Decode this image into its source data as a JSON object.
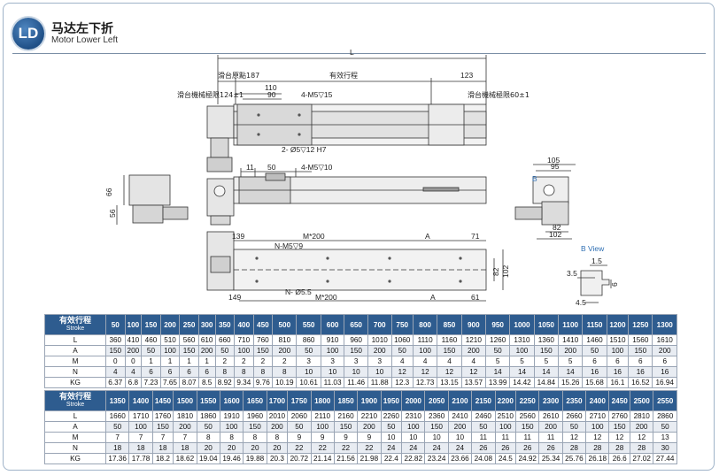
{
  "header": {
    "badge": "LD",
    "title_cn": "马达左下折",
    "title_en": "Motor Lower Left"
  },
  "drawing": {
    "labels": {
      "L": "L",
      "origin": "滑台原點187",
      "stroke": "有效行程",
      "d123": "123",
      "d110": "110",
      "d90": "90",
      "limit_left": "滑台機械極限124±1",
      "m5_15": "4-M5▽15",
      "limit_right": "滑台機械極限60±1",
      "pin": "2- Ø5▽12 H7",
      "d11": "11",
      "d50": "50",
      "m5_10": "4-M5▽10",
      "d66": "66",
      "d56": "56",
      "d105": "105",
      "d95": "95",
      "b_mark": "B",
      "d82r": "82",
      "d102r": "102",
      "d139": "139",
      "m200_top": "M*200",
      "A_top": "A",
      "d71": "71",
      "nm5": "N-M5▽9",
      "d82v": "82",
      "d102v": "102",
      "d149": "149",
      "n55": "N- Ø5.5",
      "m200_bot": "M*200",
      "A_bot": "A",
      "d61": "61",
      "bview_title": "B View",
      "d15": "1.5",
      "d35": "3.5",
      "d6": "6",
      "d45": "4.5"
    }
  },
  "table1": {
    "head_cn": "有效行程",
    "head_en": "Stroke",
    "strokes": [
      "50",
      "100",
      "150",
      "200",
      "250",
      "300",
      "350",
      "400",
      "450",
      "500",
      "550",
      "600",
      "650",
      "700",
      "750",
      "800",
      "850",
      "900",
      "950",
      "1000",
      "1050",
      "1100",
      "1150",
      "1200",
      "1250",
      "1300"
    ],
    "rows": [
      {
        "label": "L",
        "values": [
          "360",
          "410",
          "460",
          "510",
          "560",
          "610",
          "660",
          "710",
          "760",
          "810",
          "860",
          "910",
          "960",
          "1010",
          "1060",
          "1110",
          "1160",
          "1210",
          "1260",
          "1310",
          "1360",
          "1410",
          "1460",
          "1510",
          "1560",
          "1610"
        ]
      },
      {
        "label": "A",
        "values": [
          "150",
          "200",
          "50",
          "100",
          "150",
          "200",
          "50",
          "100",
          "150",
          "200",
          "50",
          "100",
          "150",
          "200",
          "50",
          "100",
          "150",
          "200",
          "50",
          "100",
          "150",
          "200",
          "50",
          "100",
          "150",
          "200"
        ]
      },
      {
        "label": "M",
        "values": [
          "0",
          "0",
          "1",
          "1",
          "1",
          "1",
          "2",
          "2",
          "2",
          "2",
          "3",
          "3",
          "3",
          "3",
          "4",
          "4",
          "4",
          "4",
          "5",
          "5",
          "5",
          "5",
          "6",
          "6",
          "6",
          "6"
        ]
      },
      {
        "label": "N",
        "values": [
          "4",
          "4",
          "6",
          "6",
          "6",
          "6",
          "8",
          "8",
          "8",
          "8",
          "10",
          "10",
          "10",
          "10",
          "12",
          "12",
          "12",
          "12",
          "14",
          "14",
          "14",
          "14",
          "16",
          "16",
          "16",
          "16"
        ]
      },
      {
        "label": "KG",
        "values": [
          "6.37",
          "6.8",
          "7.23",
          "7.65",
          "8.07",
          "8.5",
          "8.92",
          "9.34",
          "9.76",
          "10.19",
          "10.61",
          "11.03",
          "11.46",
          "11.88",
          "12.3",
          "12.73",
          "13.15",
          "13.57",
          "13.99",
          "14.42",
          "14.84",
          "15.26",
          "15.68",
          "16.1",
          "16.52",
          "16.94"
        ]
      }
    ]
  },
  "table2": {
    "head_cn": "有效行程",
    "head_en": "Stroke",
    "strokes": [
      "1350",
      "1400",
      "1450",
      "1500",
      "1550",
      "1600",
      "1650",
      "1700",
      "1750",
      "1800",
      "1850",
      "1900",
      "1950",
      "2000",
      "2050",
      "2100",
      "2150",
      "2200",
      "2250",
      "2300",
      "2350",
      "2400",
      "2450",
      "2500",
      "2550"
    ],
    "rows": [
      {
        "label": "L",
        "values": [
          "1660",
          "1710",
          "1760",
          "1810",
          "1860",
          "1910",
          "1960",
          "2010",
          "2060",
          "2110",
          "2160",
          "2210",
          "2260",
          "2310",
          "2360",
          "2410",
          "2460",
          "2510",
          "2560",
          "2610",
          "2660",
          "2710",
          "2760",
          "2810",
          "2860"
        ]
      },
      {
        "label": "A",
        "values": [
          "50",
          "100",
          "150",
          "200",
          "50",
          "100",
          "150",
          "200",
          "50",
          "100",
          "150",
          "200",
          "50",
          "100",
          "150",
          "200",
          "50",
          "100",
          "150",
          "200",
          "50",
          "100",
          "150",
          "200",
          "50"
        ]
      },
      {
        "label": "M",
        "values": [
          "7",
          "7",
          "7",
          "7",
          "8",
          "8",
          "8",
          "8",
          "9",
          "9",
          "9",
          "9",
          "10",
          "10",
          "10",
          "10",
          "11",
          "11",
          "11",
          "11",
          "12",
          "12",
          "12",
          "12",
          "13"
        ]
      },
      {
        "label": "N",
        "values": [
          "18",
          "18",
          "18",
          "18",
          "20",
          "20",
          "20",
          "20",
          "22",
          "22",
          "22",
          "22",
          "24",
          "24",
          "24",
          "24",
          "26",
          "26",
          "26",
          "26",
          "28",
          "28",
          "28",
          "28",
          "30"
        ]
      },
      {
        "label": "KG",
        "values": [
          "17.36",
          "17.78",
          "18.2",
          "18.62",
          "19.04",
          "19.46",
          "19.88",
          "20.3",
          "20.72",
          "21.14",
          "21.56",
          "21.98",
          "22.4",
          "22.82",
          "23.24",
          "23.66",
          "24.08",
          "24.5",
          "24.92",
          "25.34",
          "25.76",
          "26.18",
          "26.6",
          "27.02",
          "27.44"
        ]
      }
    ]
  }
}
